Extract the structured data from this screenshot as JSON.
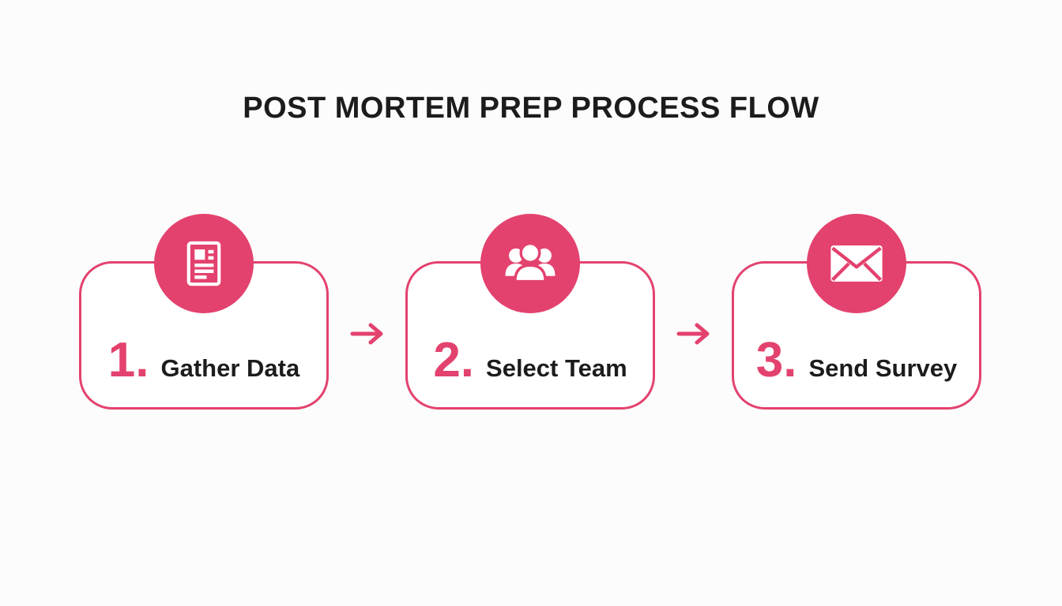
{
  "title": "POST MORTEM PREP PROCESS FLOW",
  "colors": {
    "accent": "#E3426E",
    "text": "#1C1C1E",
    "background": "#FCFCFC",
    "icon_foreground": "#FFFFFF"
  },
  "steps": [
    {
      "number": "1.",
      "label": "Gather Data",
      "icon": "document-icon"
    },
    {
      "number": "2.",
      "label": "Select Team",
      "icon": "team-icon"
    },
    {
      "number": "3.",
      "label": "Send Survey",
      "icon": "mail-icon"
    }
  ],
  "connectors": [
    {
      "icon": "arrow-right-icon"
    },
    {
      "icon": "arrow-right-icon"
    }
  ]
}
